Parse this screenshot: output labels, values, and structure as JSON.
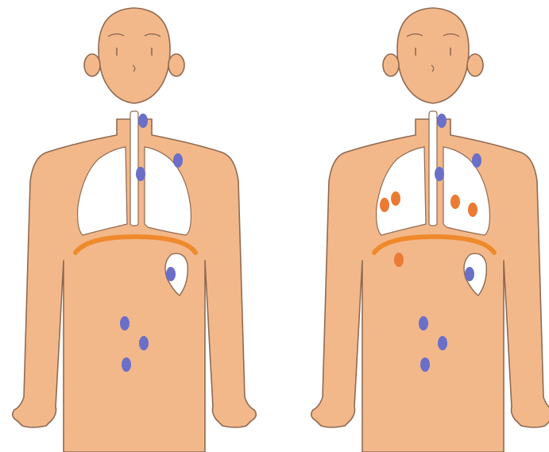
{
  "colors": {
    "skin": "#F3B88A",
    "outline": "#8F6A52",
    "lung": "#FFFFFF",
    "diaphragm": "#EF8A2C",
    "spleen": "#FFFFFF",
    "blue_node": "#6A6FC8",
    "orange_node": "#EA7A34",
    "background": "#FFFFFF"
  },
  "figures": [
    {
      "id": "left-figure",
      "blue_nodes": [
        {
          "region": "neck"
        },
        {
          "region": "left-chest-upper"
        },
        {
          "region": "mediastinum"
        },
        {
          "region": "spleen"
        },
        {
          "region": "abdomen-1"
        },
        {
          "region": "abdomen-2"
        },
        {
          "region": "abdomen-3"
        }
      ],
      "orange_nodes": []
    },
    {
      "id": "right-figure",
      "blue_nodes": [
        {
          "region": "neck"
        },
        {
          "region": "left-chest-upper"
        },
        {
          "region": "mediastinum"
        },
        {
          "region": "spleen"
        },
        {
          "region": "abdomen-1"
        },
        {
          "region": "abdomen-2"
        },
        {
          "region": "abdomen-3"
        }
      ],
      "orange_nodes": [
        {
          "region": "right-lung-1"
        },
        {
          "region": "right-lung-2"
        },
        {
          "region": "left-lung-1"
        },
        {
          "region": "left-lung-2"
        },
        {
          "region": "liver"
        }
      ]
    }
  ]
}
